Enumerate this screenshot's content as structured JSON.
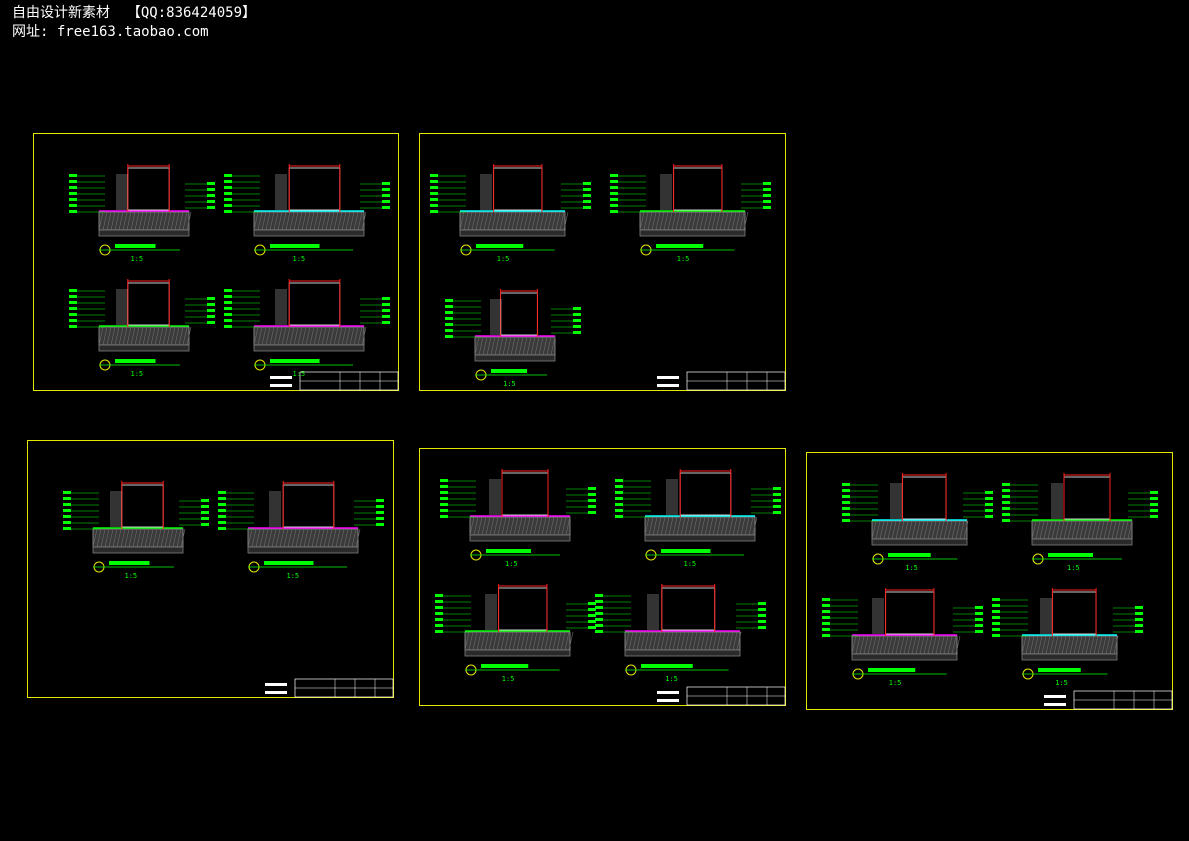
{
  "watermark": {
    "line1": "自由设计新素材  【QQ:836424059】",
    "line2": "网址: free163.taobao.com"
  },
  "sheets": [
    {
      "id": "sheet-1",
      "details": 4,
      "scale": "1:5"
    },
    {
      "id": "sheet-2",
      "details": 3,
      "scale": "1:5"
    },
    {
      "id": "sheet-3",
      "details": 2,
      "scale": "1:5"
    },
    {
      "id": "sheet-4",
      "details": 4,
      "scale": "1:5"
    },
    {
      "id": "sheet-5",
      "details": 4,
      "scale": "1:5"
    }
  ],
  "colors": {
    "sheet_border": "#e6e600",
    "annotation": "#00ff00",
    "section_line": "#ff2020",
    "accent_magenta": "#ff00ff",
    "accent_cyan": "#00ffff",
    "hatch": "#808080"
  }
}
